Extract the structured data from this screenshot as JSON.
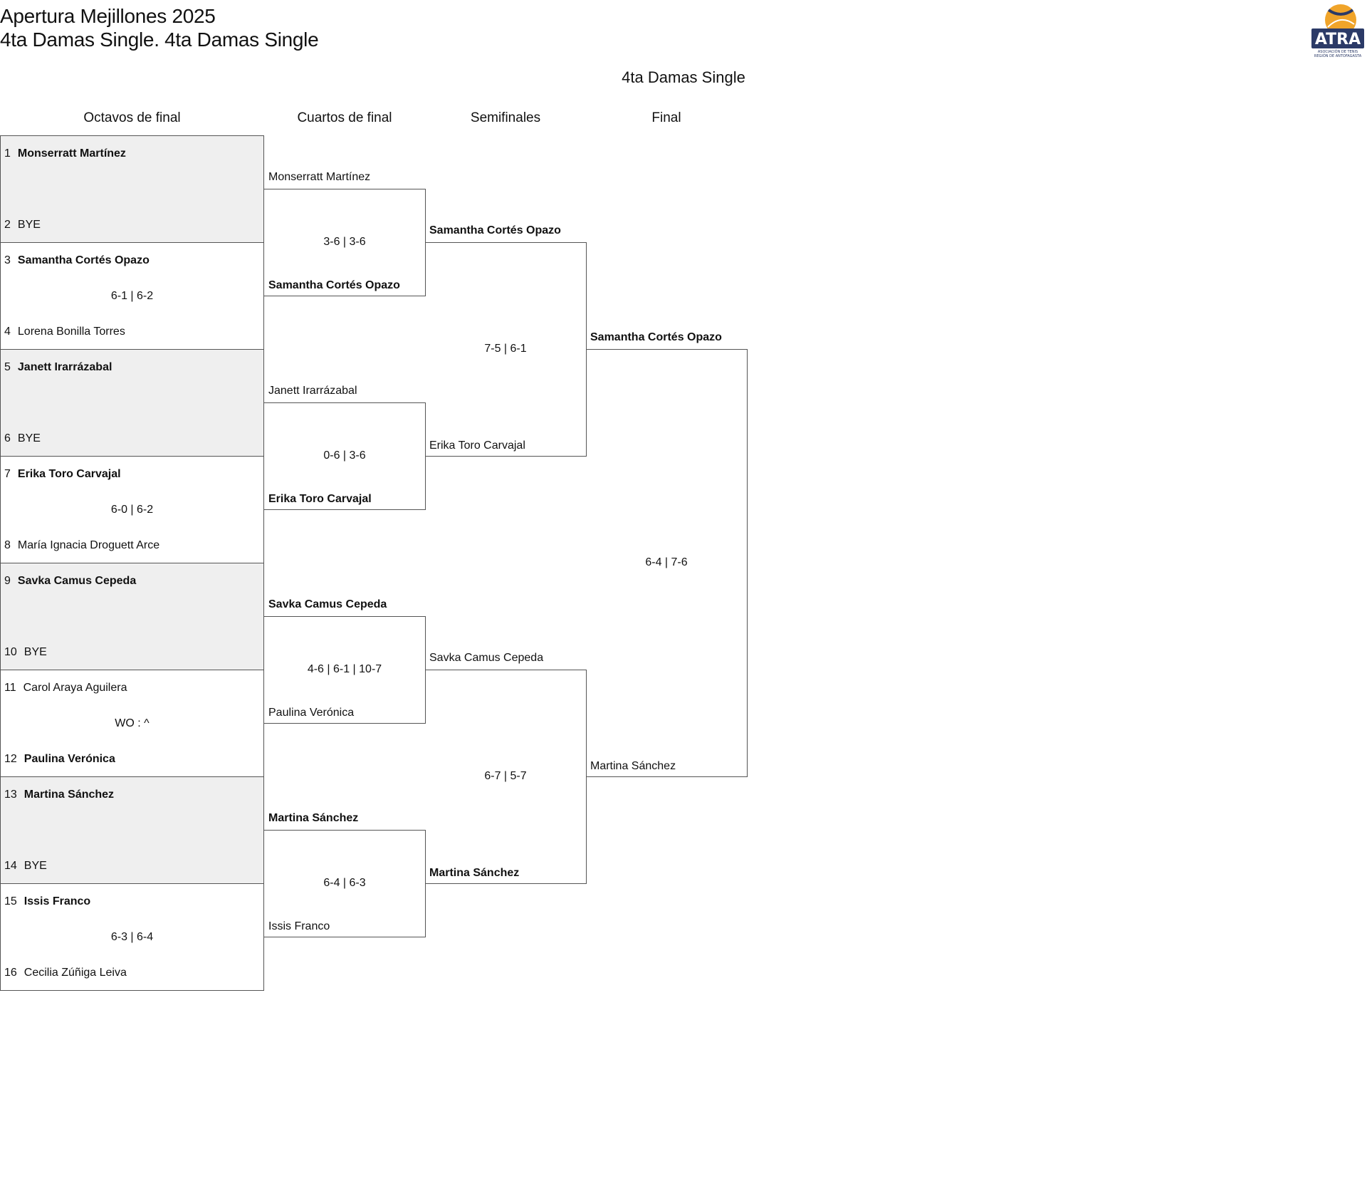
{
  "header": {
    "tournament": "Apertura Mejillones 2025",
    "category": "4ta Damas Single. 4ta Damas Single",
    "logo_text": "ATRA",
    "logo_subtext": "ASOCIACIÓN DE TENIS REGIÓN DE ANTOFAGASTA",
    "logo_colors": {
      "navy": "#2b3a67",
      "orange": "#f0a42a"
    }
  },
  "draw_title": "4ta Damas Single",
  "rounds": [
    "Octavos de final",
    "Cuartos de final",
    "Semifinales",
    "Final"
  ],
  "octavos": [
    {
      "seed_a": "1",
      "player_a": "Monserratt Martínez",
      "winner_a": true,
      "seed_b": "2",
      "player_b": "BYE",
      "winner_b": false,
      "score": "",
      "bye": true
    },
    {
      "seed_a": "3",
      "player_a": "Samantha Cortés Opazo",
      "winner_a": true,
      "seed_b": "4",
      "player_b": "Lorena Bonilla Torres",
      "winner_b": false,
      "score": "6-1 | 6-2",
      "bye": false
    },
    {
      "seed_a": "5",
      "player_a": "Janett Irarrázabal",
      "winner_a": true,
      "seed_b": "6",
      "player_b": "BYE",
      "winner_b": false,
      "score": "",
      "bye": true
    },
    {
      "seed_a": "7",
      "player_a": "Erika Toro Carvajal",
      "winner_a": true,
      "seed_b": "8",
      "player_b": "María Ignacia Droguett Arce",
      "winner_b": false,
      "score": "6-0 | 6-2",
      "bye": false
    },
    {
      "seed_a": "9",
      "player_a": "Savka Camus Cepeda",
      "winner_a": true,
      "seed_b": "10",
      "player_b": "BYE",
      "winner_b": false,
      "score": "",
      "bye": true
    },
    {
      "seed_a": "11",
      "player_a": "Carol Araya Aguilera",
      "winner_a": false,
      "seed_b": "12",
      "player_b": "Paulina Verónica",
      "winner_b": true,
      "score": "WO : ^",
      "bye": false
    },
    {
      "seed_a": "13",
      "player_a": "Martina Sánchez",
      "winner_a": true,
      "seed_b": "14",
      "player_b": "BYE",
      "winner_b": false,
      "score": "",
      "bye": true
    },
    {
      "seed_a": "15",
      "player_a": "Issis Franco",
      "winner_a": true,
      "seed_b": "16",
      "player_b": "Cecilia Zúñiga Leiva",
      "winner_b": false,
      "score": "6-3 | 6-4",
      "bye": false
    }
  ],
  "cuartos": [
    {
      "player_a": "Monserratt Martínez",
      "winner_a": false,
      "player_b": "Samantha Cortés Opazo",
      "winner_b": true,
      "score": "3-6 | 3-6"
    },
    {
      "player_a": "Janett Irarrázabal",
      "winner_a": false,
      "player_b": "Erika Toro Carvajal",
      "winner_b": true,
      "score": "0-6 | 3-6"
    },
    {
      "player_a": "Savka Camus Cepeda",
      "winner_a": true,
      "player_b": "Paulina Verónica",
      "winner_b": false,
      "score": "4-6 | 6-1 | 10-7"
    },
    {
      "player_a": "Martina Sánchez",
      "winner_a": true,
      "player_b": "Issis Franco",
      "winner_b": false,
      "score": "6-4 | 6-3"
    }
  ],
  "semifinales": [
    {
      "player_a": "Samantha Cortés Opazo",
      "winner_a": true,
      "player_b": "Erika Toro Carvajal",
      "winner_b": false,
      "score": "7-5 | 6-1"
    },
    {
      "player_a": "Savka Camus Cepeda",
      "winner_a": false,
      "player_b": "Martina Sánchez",
      "winner_b": true,
      "score": "6-7 | 5-7"
    }
  ],
  "final": [
    {
      "player_a": "Samantha Cortés Opazo",
      "winner_a": true,
      "player_b": "Martina Sánchez",
      "winner_b": false,
      "score": "6-4 | 7-6"
    }
  ]
}
